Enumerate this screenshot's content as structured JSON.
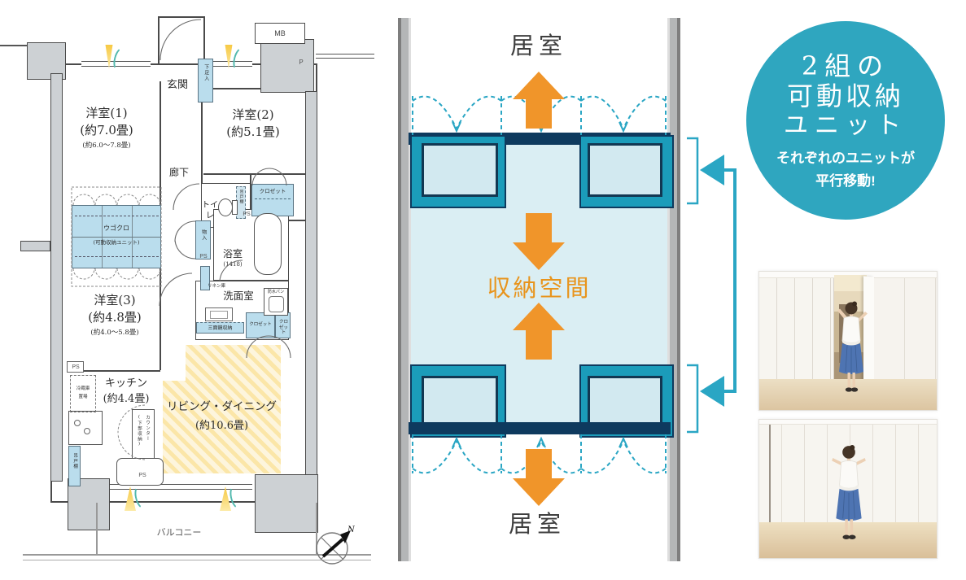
{
  "floorplan": {
    "entrance_label": "玄関",
    "shoe_cabinet": "下足入",
    "meter_box": "MB",
    "pipe_label": "P",
    "room1": {
      "name": "洋室(1)",
      "size": "(約7.0畳)",
      "range": "(約6.0〜7.8畳)"
    },
    "room2": {
      "name": "洋室(2)",
      "size": "(約5.1畳)"
    },
    "room3": {
      "name": "洋室(3)",
      "size": "(約4.8畳)",
      "range": "(約4.0〜5.8畳)"
    },
    "hallway": "廊下",
    "toilet": "トイレ",
    "hanging_cupboard_toilet": "吊戸棚",
    "closet_room2": "クロゼット",
    "movable_unit": {
      "line1": "ウゴクロ",
      "line2": "(可動収納ユニット)"
    },
    "storage_compartment": "物入",
    "bathroom": {
      "name": "浴室",
      "size": "(1418)"
    },
    "linen_cabinet": "リネン庫",
    "washroom": "洗面室",
    "waterproof_pan": "防水パン",
    "mirror_cabinet": "三面鏡収納",
    "closet_living_1": "クロゼット",
    "closet_living_2": "クロゼット",
    "kitchen": {
      "name": "キッチン",
      "size": "(約4.4畳)"
    },
    "fridge_space": {
      "line1": "冷蔵庫",
      "line2": "置場"
    },
    "counter": {
      "line1": "カウンター",
      "line2": "(下部収納)"
    },
    "hanging_cupboard_kitchen": "吊戸棚",
    "living_dining": {
      "name": "リビング・ダイニング",
      "size": "(約10.6畳)"
    },
    "balcony": "バルコニー",
    "ps": "PS",
    "compass_north": "N"
  },
  "diagram": {
    "room_top": "居室",
    "storage_space": "収納空間",
    "room_bottom": "居室"
  },
  "badge": {
    "title_line1": "2組の",
    "title_line2": "可動収納",
    "title_line3": "ユニット",
    "subtitle_line1": "それぞれのユニットが",
    "subtitle_line2": "平行移動!"
  },
  "colors": {
    "accent_teal": "#2aa6c4",
    "badge_teal": "#2fa6bf",
    "unit_navy": "#0e3a5e",
    "unit_bevel_teal": "#1b9cba",
    "unit_panel": "#d2e9f0",
    "storage_fill": "#daeef3",
    "arrow_orange": "#f0952a",
    "storage_text_orange": "#e8941c",
    "plan_storage_blue": "#badded",
    "living_hatch_yellow": "#fbe6a8"
  }
}
